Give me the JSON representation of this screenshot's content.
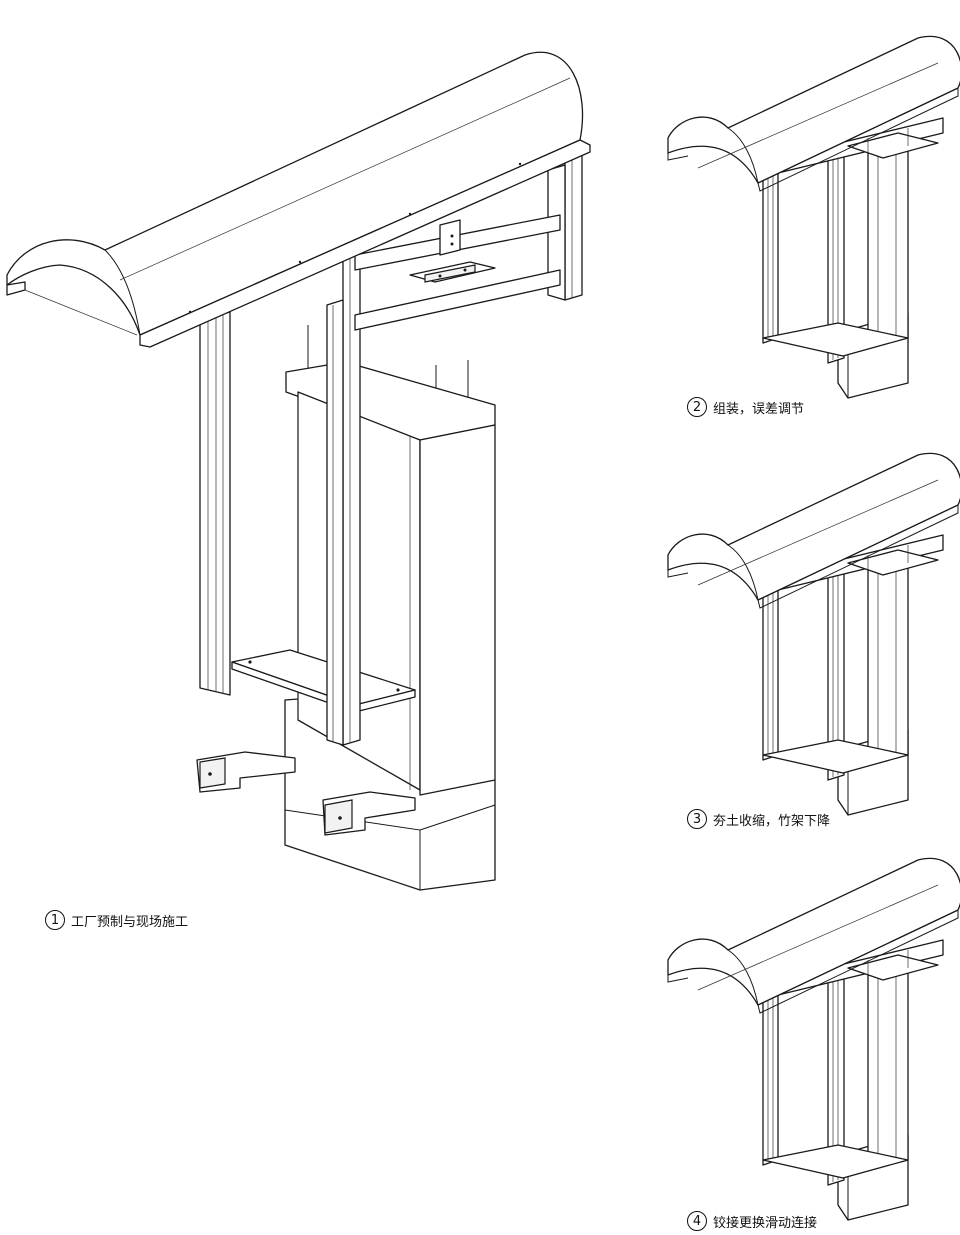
{
  "steps": [
    {
      "number": "1",
      "label": "工厂预制与现场施工"
    },
    {
      "number": "2",
      "label": "组装，误差调节"
    },
    {
      "number": "3",
      "label": "夯土收缩，竹架下降"
    },
    {
      "number": "4",
      "label": "铰接更换滑动连接"
    }
  ],
  "colors": {
    "line": "#1a1a1a",
    "background": "#ffffff",
    "fill": "#f2f2f2"
  }
}
